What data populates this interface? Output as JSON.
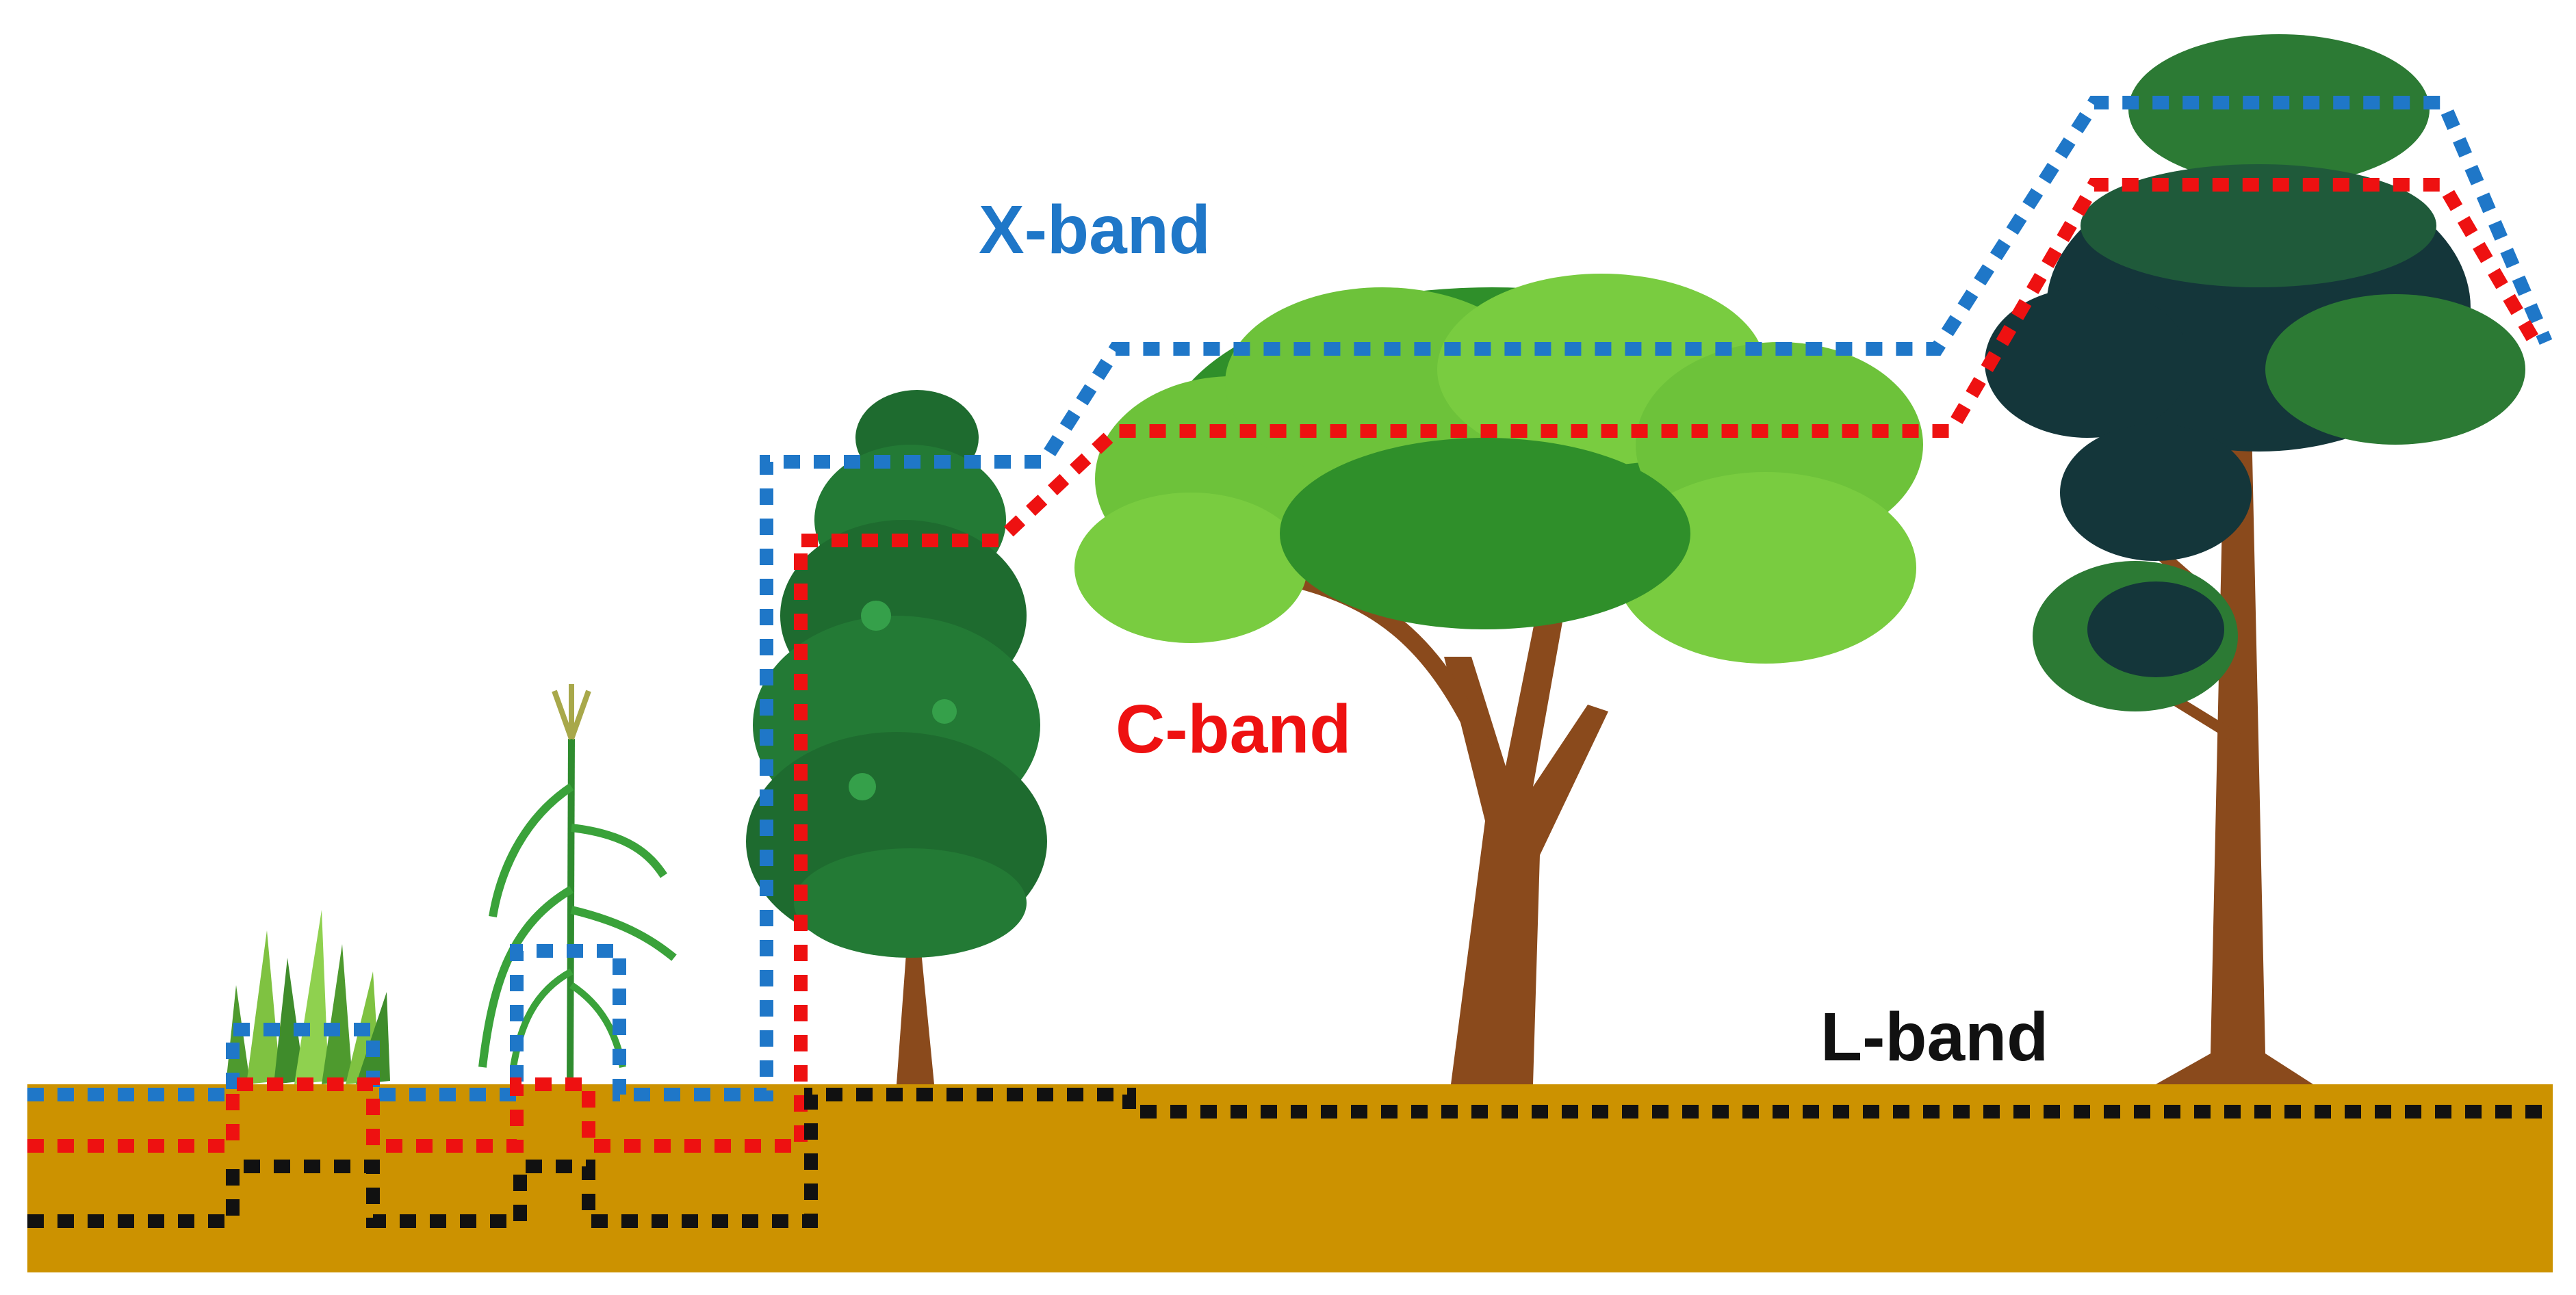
{
  "labels": {
    "x_band": "X-band",
    "c_band": "C-band",
    "l_band": "L-band"
  },
  "colors": {
    "x_band": "#1f77c8",
    "c_band": "#ee1111",
    "l_band": "#111111",
    "soil": "#cc9200",
    "foliage_light": "#6dc23a",
    "foliage_dark": "#1e6b2f",
    "trunk": "#8a4a1c"
  },
  "icons": [
    "grass-icon",
    "corn-plant-icon",
    "conifer-tree-icon",
    "broadleaf-tree-icon",
    "tall-tree-icon"
  ]
}
